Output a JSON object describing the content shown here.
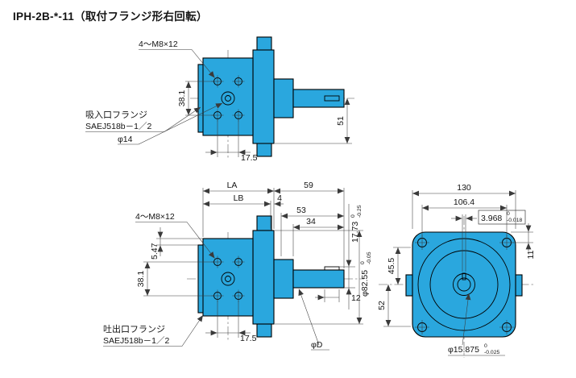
{
  "page": {
    "title": "IPH-2B-*-11（取付フランジ形右回転）"
  },
  "colors": {
    "pump_fill": "#2AA7DE",
    "outline": "#000000",
    "dim_line": "#3a3a3a",
    "text": "#141414",
    "background": "#ffffff"
  },
  "top_view": {
    "bolt_holes_label": "4～M8×12",
    "suction_flange_line1": "吸入口フランジ",
    "suction_flange_line2": "SAEJ518b－1／2",
    "port_diameter": "φ14",
    "dim_bolt_spacing_v": "38.1",
    "dim_bolt_spacing_h": "17.5",
    "dim_shaft_center_height": "51"
  },
  "front_view": {
    "bolt_holes_label": "4～M8×12",
    "discharge_flange_line1": "吐出口フランジ",
    "discharge_flange_line2": "SAEJ518b－1／2",
    "dim_la": "LA",
    "dim_lb": "LB",
    "dim_59": "59",
    "dim_4": "4",
    "dim_53": "53",
    "dim_34": "34",
    "key_height": "17.73",
    "key_height_tol_upper": "0",
    "key_height_tol_lower": "-0.25",
    "dim_5_47": "5.47",
    "dim_bolt_spacing_v": "38.1",
    "dim_bolt_spacing_h": "17.5",
    "dim_key_length": "12",
    "shaft_diameter": "φD",
    "pilot_diameter": "φ82.55",
    "pilot_tol_upper": "0",
    "pilot_tol_lower": "-0.05"
  },
  "rear_view": {
    "dim_width": "130",
    "dim_bolt_pitch": "106.4",
    "key_width": "3.968",
    "key_width_tol_upper": "0",
    "key_width_tol_lower": "-0.018",
    "dim_45_5": "45.5",
    "dim_52": "52",
    "dim_11": "11",
    "shaft_diameter": "φ15.875",
    "shaft_tol_upper": "0",
    "shaft_tol_lower": "-0.025"
  }
}
